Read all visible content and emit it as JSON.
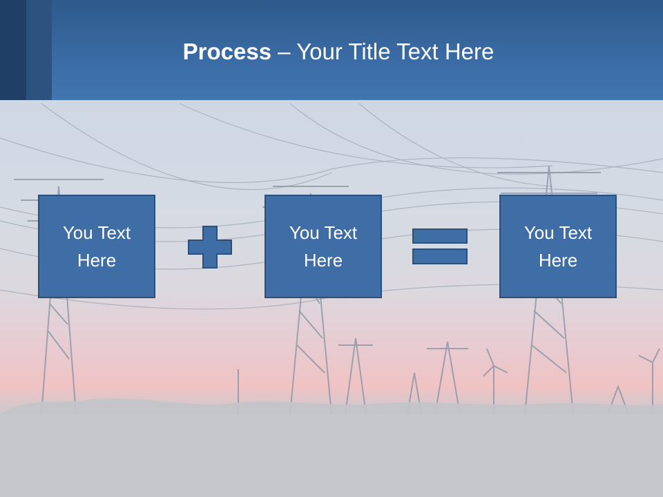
{
  "title": {
    "bold": "Process",
    "rest": " – Your Title Text Here"
  },
  "boxes": [
    {
      "label": "You Text Here"
    },
    {
      "label": "You Text Here"
    },
    {
      "label": "You Text Here"
    }
  ],
  "operators": {
    "first": "plus-icon",
    "second": "equals-icon"
  },
  "colors": {
    "header": "#3a6aa3",
    "box_fill": "#3f6ea6",
    "box_border": "#2c4f7a",
    "text": "#ffffff"
  }
}
